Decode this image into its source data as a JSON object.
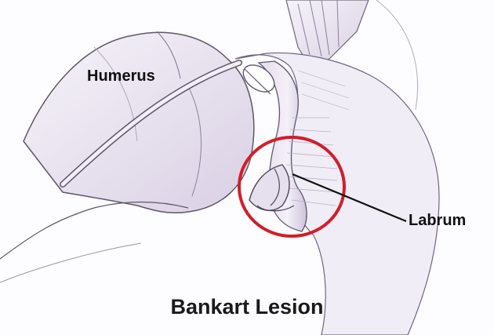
{
  "labels": {
    "humerus": "Humerus",
    "labrum": "Labrum"
  },
  "caption": "Bankart Lesion",
  "colors": {
    "highlight_circle": "#d01f2a",
    "leader_line": "#111111",
    "bone_fill": "#efeaf4",
    "bone_shade": "#c9bfd6",
    "outline": "#5d566b"
  }
}
